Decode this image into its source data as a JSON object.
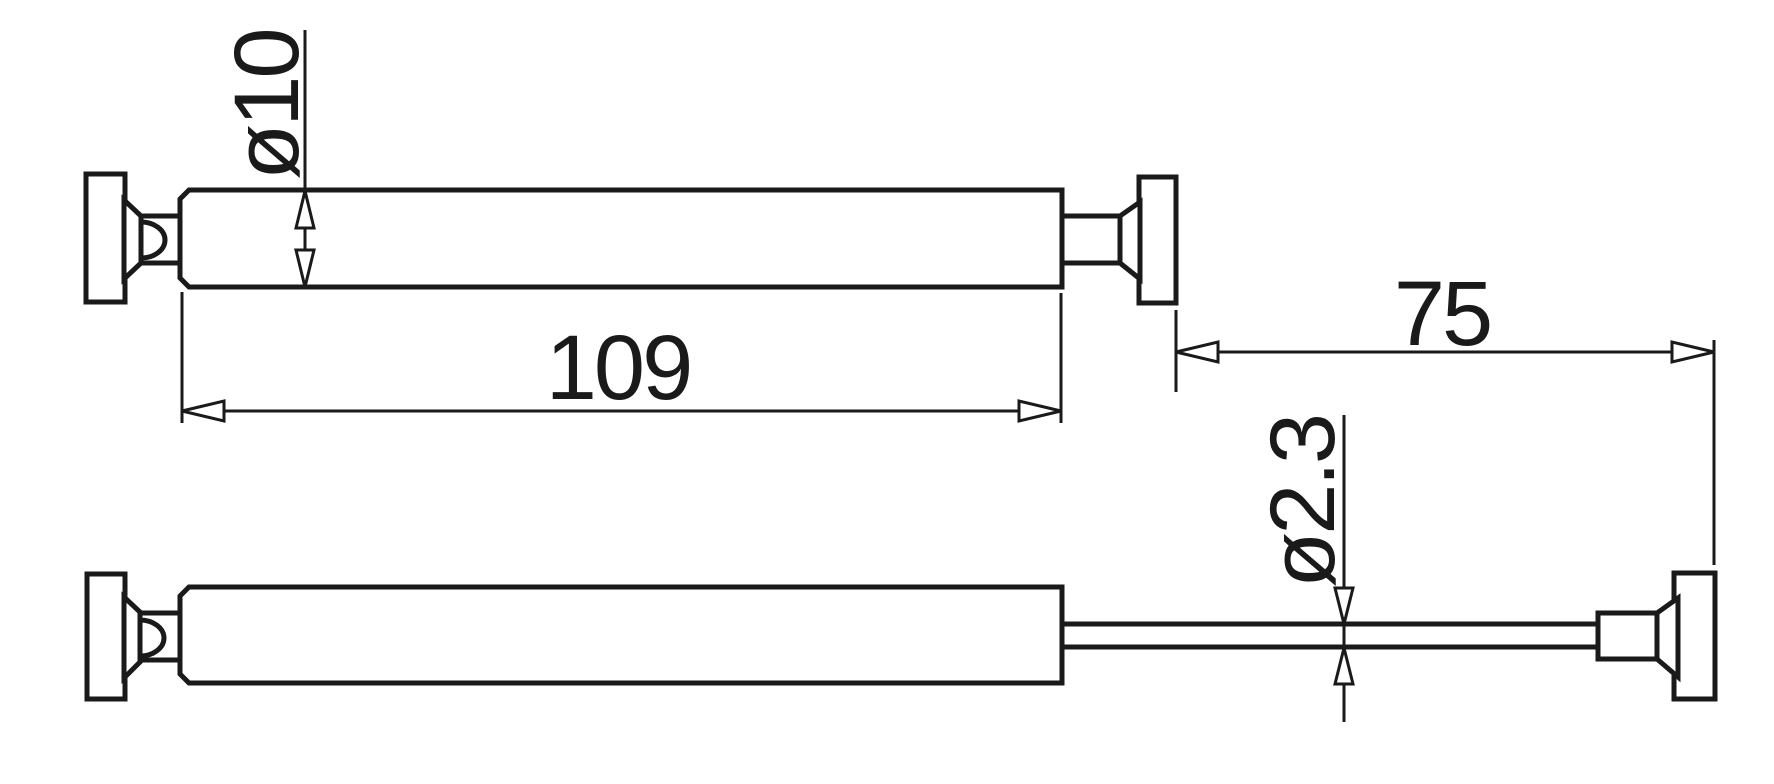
{
  "drawing": {
    "background_color": "#ffffff",
    "stroke_color": "#1a1a1a",
    "dimensions": {
      "body_diameter": {
        "label": "ø10",
        "value": 10
      },
      "body_length": {
        "label": "109",
        "value": 109
      },
      "extension_length": {
        "label": "75",
        "value": 75
      },
      "rod_diameter": {
        "label": "ø2.3",
        "value": 2.3
      }
    }
  }
}
